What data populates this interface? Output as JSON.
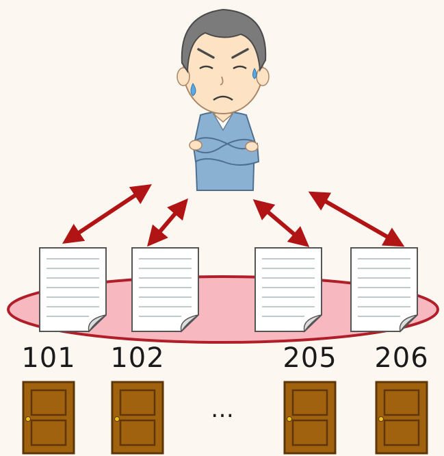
{
  "rooms": [
    {
      "number": "101"
    },
    {
      "number": "102"
    },
    {
      "number": "205"
    },
    {
      "number": "206"
    }
  ],
  "ellipsis": "…",
  "colors": {
    "background": "#fdf7f1",
    "table_fill": "#f7b9bf",
    "table_stroke": "#b01e2a",
    "arrow": "#b01414",
    "door": "#a0620e",
    "door_stroke": "#5c3508",
    "paper": "#ffffff",
    "sweater": "#8ab0d2",
    "skin": "#fde2c4",
    "hair": "#7b7b7b"
  },
  "icons": {
    "person": "worried-man-arms-crossed",
    "documents": "document-icon",
    "doors": "door-icon"
  }
}
